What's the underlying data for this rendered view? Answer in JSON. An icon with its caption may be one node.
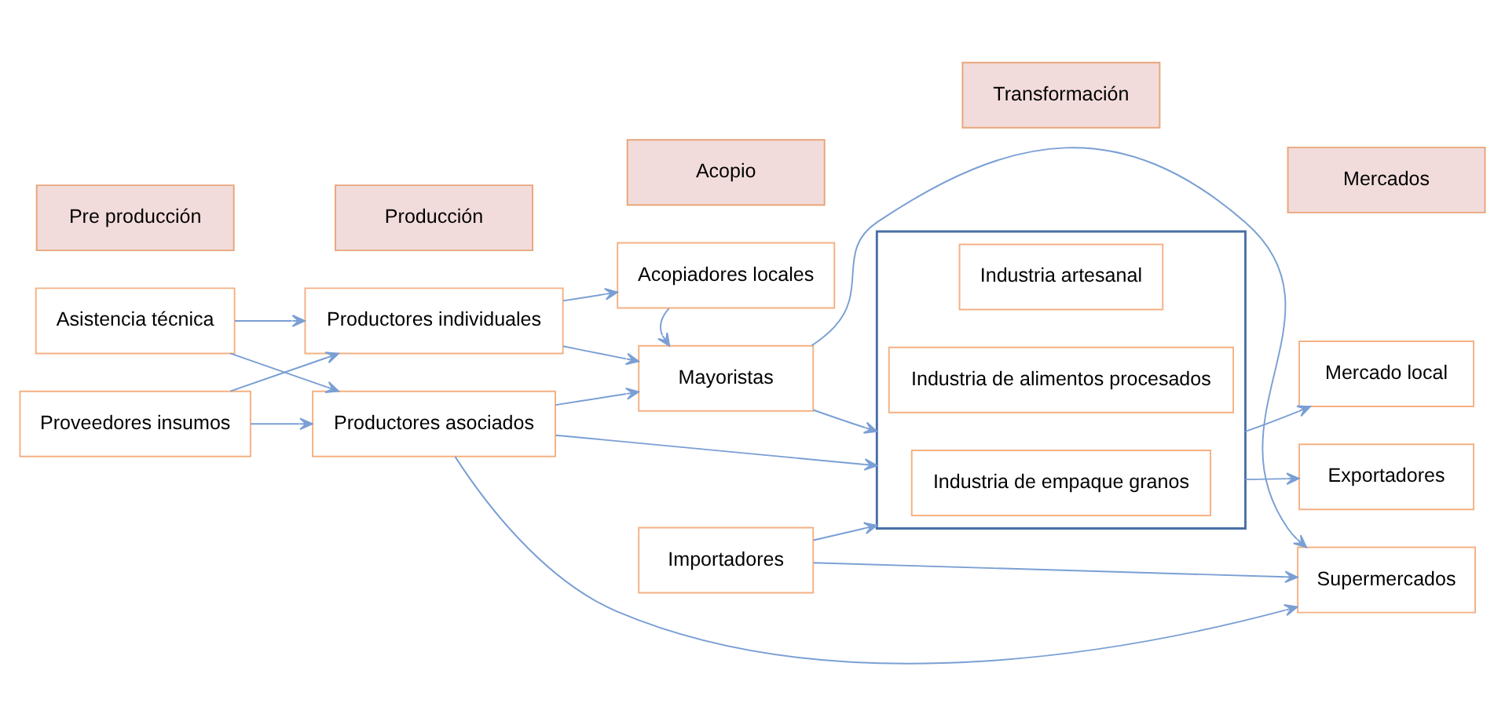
{
  "diagram": {
    "nodes": [
      {
        "text": [
          "Pre producción"
        ]
      },
      {
        "text": [
          "Producción"
        ]
      },
      {
        "text": [
          "Acopio"
        ]
      },
      {
        "text": [
          "Transformación"
        ]
      },
      {
        "text": [
          "Mercados"
        ]
      },
      {
        "text": [
          "Asistencia técnica"
        ]
      },
      {
        "text": [
          "Productores individuales"
        ]
      },
      {
        "text": [
          "Acopiadores locales"
        ]
      },
      {
        "text": [],
        "shape": "box"
      },
      {
        "text": [
          "Industria de empaque granos"
        ],
        "in": 8
      },
      {
        "text": [
          "Mercado local"
        ]
      },
      {
        "text": [
          "Proveedores insumos"
        ]
      },
      {
        "text": [
          "Mayoristas"
        ]
      },
      {
        "text": [
          "Industria de alimentos procesados"
        ],
        "in": 8
      },
      {
        "text": [
          "Exportadores"
        ]
      },
      {
        "text": [
          "Industria artesanal"
        ],
        "in": 8
      },
      {
        "text": [
          "Productores asociados"
        ]
      },
      {
        "text": [
          "Importadores"
        ]
      },
      {
        "text": [
          "Supermercados"
        ]
      }
    ],
    "edges": [
      {
        "from": 5,
        "to": 6,
        "arrow": "to"
      },
      {
        "from": 5,
        "to": 16,
        "arrow": "to"
      },
      {
        "from": 11,
        "to": 6,
        "arrow": "to"
      },
      {
        "from": 11,
        "to": 16,
        "arrow": "to"
      },
      {
        "from": 6,
        "to": 7,
        "arrow": "to"
      },
      {
        "from": 6,
        "to": 12,
        "arrow": "to"
      },
      {
        "from": 7,
        "to": 12,
        "arrow": "to"
      },
      {
        "from": 16,
        "to": 12,
        "arrow": "to"
      },
      {
        "from": 12,
        "to": 8,
        "arrow": "to"
      },
      {
        "from": 12,
        "to": 18,
        "arrow": "to"
      },
      {
        "from": 16,
        "to": 8,
        "arrow": "to"
      },
      {
        "from": 16,
        "to": 18,
        "arrow": "to"
      },
      {
        "from": 17,
        "to": 8,
        "arrow": "to"
      },
      {
        "from": 17,
        "to": 18,
        "arrow": "to"
      },
      {
        "from": 8,
        "to": 10,
        "arrow": "to"
      },
      {
        "from": 8,
        "to": 14,
        "arrow": "to"
      }
    ]
  }
}
